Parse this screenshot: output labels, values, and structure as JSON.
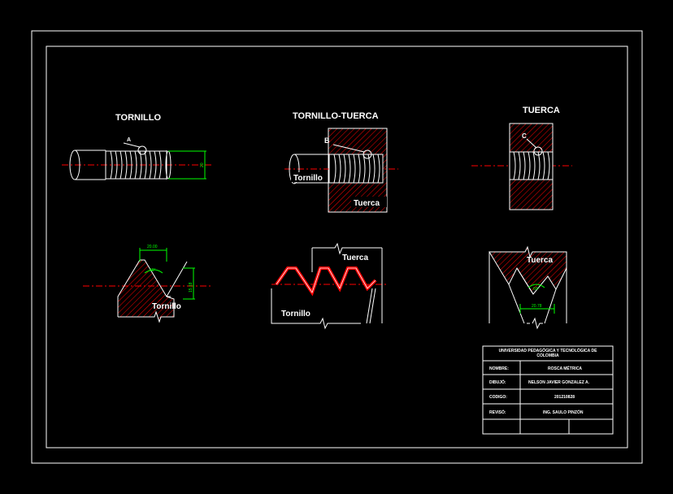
{
  "drawing": {
    "titles": {
      "tornillo": "TORNILLO",
      "tornillo_tuerca": "TORNILLO-TUERCA",
      "tuerca": "TUERCA"
    },
    "callouts": {
      "a": "A",
      "b": "B",
      "c": "C"
    },
    "labels": {
      "tornillo": "Tornillo",
      "tuerca": "Tuerca"
    },
    "dimensions": {
      "major_diameter": "20",
      "pitch": "20.00",
      "thread_angle": "60°",
      "depth": "15.18",
      "nut_angle": "60°",
      "nut_pitch": "20.78"
    }
  },
  "title_block": {
    "institution": "UNIVERSIDAD PEDAGÓGICA Y TECNOLÓGICA DE COLOMBIA",
    "rows": [
      {
        "label": "NOMBRE:",
        "value": "ROSCA MÉTRICA"
      },
      {
        "label": "DIBUJÓ:",
        "value": "NELSON JAVIER GONZALEZ  A."
      },
      {
        "label": "CODIGO:",
        "value": "201210828"
      },
      {
        "label": "REVISÓ:",
        "value": "ING. SAULO PINZÓN"
      }
    ]
  },
  "colors": {
    "background": "#000000",
    "line": "#ffffff",
    "hatch": "#ff0000",
    "dimension": "#00ff00",
    "centerline": "#ff0000"
  }
}
